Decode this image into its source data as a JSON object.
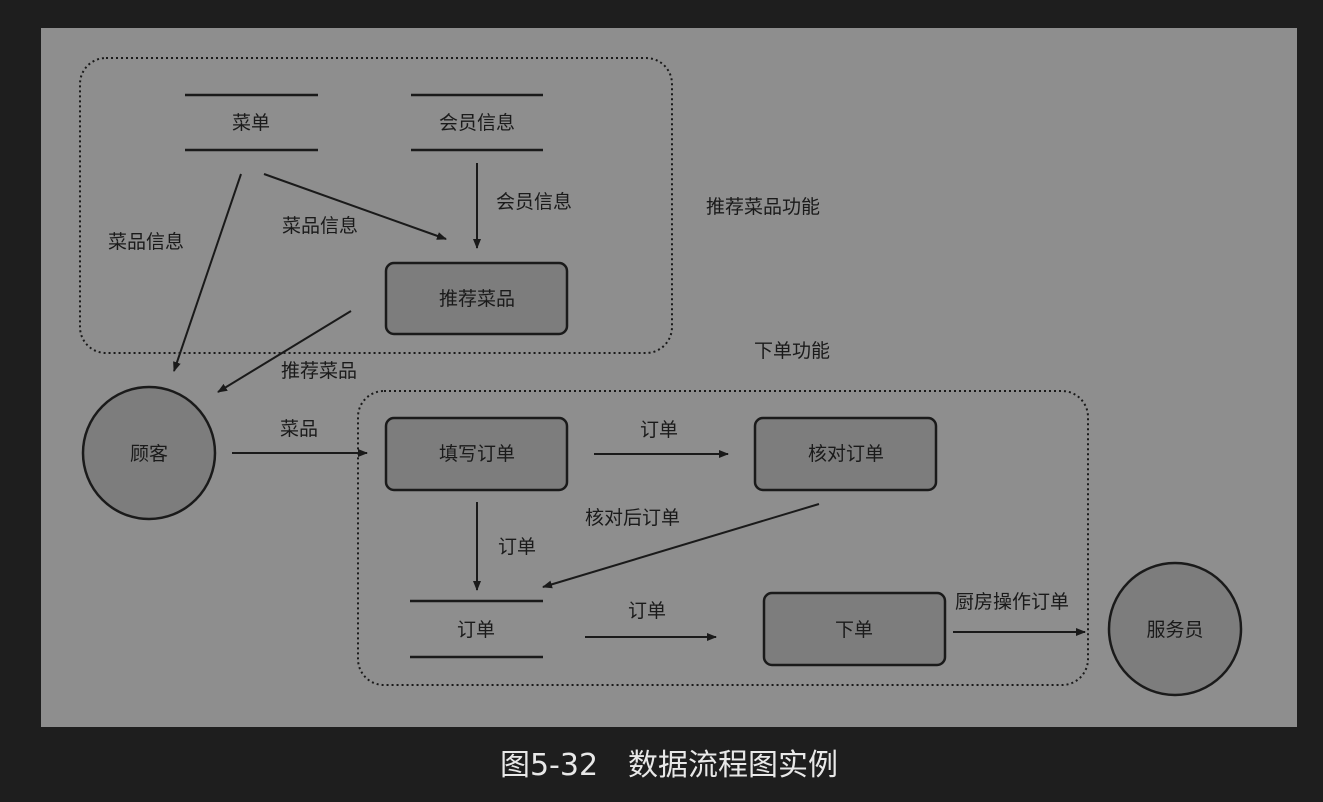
{
  "diagram": {
    "groups": {
      "recommend": "推荐菜品功能",
      "order": "下单功能"
    },
    "nodes": {
      "menu": "菜单",
      "member_info": "会员信息",
      "recommend": "推荐菜品",
      "customer": "顾客",
      "fill_order": "填写订单",
      "check_order": "核对订单",
      "order_store": "订单",
      "place_order": "下单",
      "waiter": "服务员"
    },
    "flows": {
      "member_info": "会员信息",
      "dish_info_left": "菜品信息",
      "dish_info_right": "菜品信息",
      "recommended_dishes": "推荐菜品",
      "dishes": "菜品",
      "order_1": "订单",
      "checked_order": "核对后订单",
      "order_2": "订单",
      "order_3": "订单",
      "kitchen_order": "厨房操作订单"
    }
  },
  "caption": "图5-32　数据流程图实例"
}
